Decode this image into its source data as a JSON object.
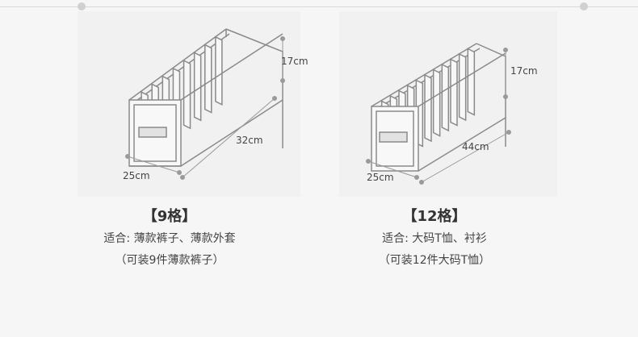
{
  "products": [
    {
      "dims": {
        "height": "17cm",
        "length": "32cm",
        "width": "25cm"
      },
      "title": "【9格】",
      "suitable": "适合: 薄款裤子、薄款外套",
      "capacity": "（可装9件薄款裤子）"
    },
    {
      "dims": {
        "height": "17cm",
        "length": "44cm",
        "width": "25cm"
      },
      "title": "【12格】",
      "suitable": "适合: 大码T恤、衬衫",
      "capacity": "（可装12件大码T恤）"
    }
  ],
  "colors": {
    "outline": "#8a8a8a",
    "page": "#f6f6f6",
    "panel": "#f1f1f1"
  }
}
